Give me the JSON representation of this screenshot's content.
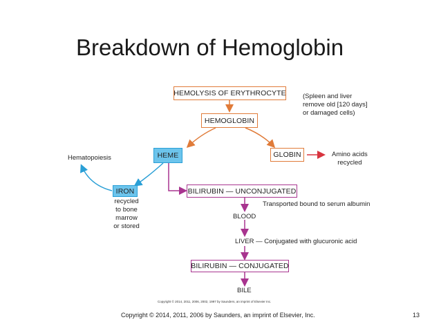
{
  "title": "Breakdown of Hemoglobin",
  "boxes": {
    "hemolysis": "HEMOLYSIS OF ERYTHROCYTE",
    "hemoglobin": "HEMOGLOBIN",
    "heme": "HEME",
    "globin": "GLOBIN",
    "iron": "IRON",
    "bilirubin_unconjugated": "BILIRUBIN — UNCONJUGATED",
    "bilirubin_conjugated": "BILIRUBIN — CONJUGATED"
  },
  "notes": {
    "spleen_line1": "(Spleen and liver",
    "spleen_line2": "remove old [120 days]",
    "spleen_line3": "or damaged cells)",
    "amino_line1": "Amino acids",
    "amino_line2": "recycled",
    "hematopoiesis": "Hematopoiesis",
    "iron_line1": "recycled",
    "iron_line2": "to bone",
    "iron_line3": "marrow",
    "iron_line4": "or stored",
    "transported": "Transported bound to serum albumin",
    "blood": "BLOOD",
    "liver": "LIVER — Conjugated with glucuronic acid",
    "bile": "BILE"
  },
  "image_copyright": "Copyright © 2014, 2011, 2006, 2002, 1997 by Saunders, an imprint of Elsevier Inc.",
  "footer": {
    "copyright": "Copyright © 2014, 2011, 2006 by Saunders, an imprint of Elsevier, Inc.",
    "page": "13"
  },
  "colors": {
    "orange": "#e07b39",
    "purple": "#a8348f",
    "blue": "#2a9fd6",
    "red": "#d8343f"
  }
}
